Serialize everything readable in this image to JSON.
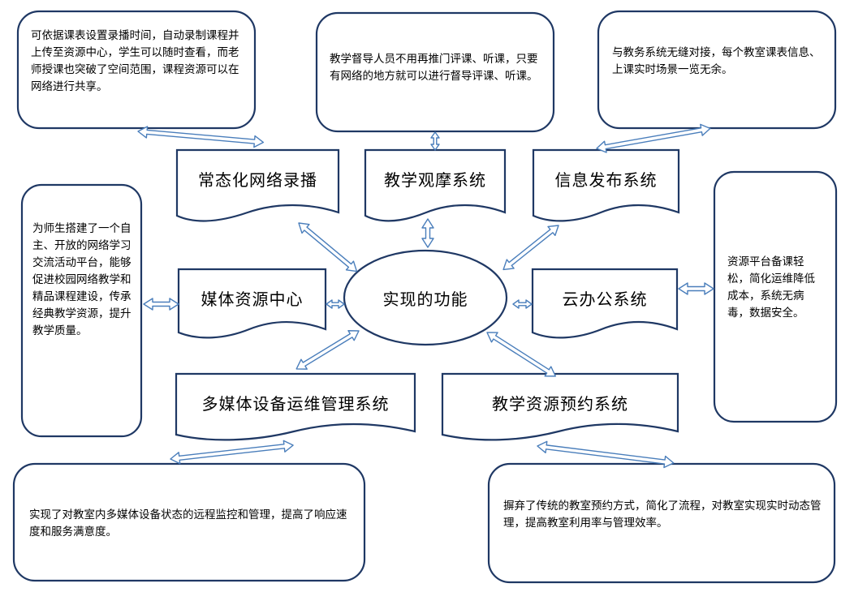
{
  "center": "实现的功能",
  "modules": {
    "recording": "常态化网络录播",
    "observation": "教学观摩系统",
    "info_publish": "信息发布系统",
    "media_center": "媒体资源中心",
    "cloud_office": "云办公系统",
    "device_maintenance": "多媒体设备运维管理系统",
    "resource_booking": "教学资源预约系统"
  },
  "notes": {
    "recording": "可依据课表设置录播时间，自动录制课程并上传至资源中心，学生可以随时查看，而老师授课也突破了空间范围，课程资源可以在网络进行共享。",
    "observation": "教学督导人员不用再推门评课、听课，只要有网络的地方就可以进行督导评课、听课。",
    "info_publish": "与教务系统无缝对接，每个教室课表信息、上课实时场景一览无余。",
    "media_center": "为师生搭建了一个自主、开放的网络学习交流活动平台，能够促进校园网络教学和精品课程建设，传承经典教学资源，提升教学质量。",
    "cloud_office": "资源平台备课轻松，简化运维降低成本，系统无病毒，数据安全。",
    "device_maintenance": "实现了对教室内多媒体设备状态的远程监控和管理，提高了响应速度和服务满意度。",
    "resource_booking": "摒弃了传统的教室预约方式，简化了流程，对教室实现实时动态管理，提高教室利用率与管理效率。"
  },
  "colors": {
    "border": "#1f3864",
    "arrow_fill": "#ffffff",
    "arrow_stroke": "#4a7ebb"
  }
}
